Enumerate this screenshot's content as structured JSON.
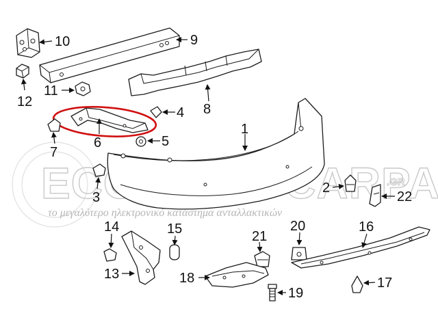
{
  "watermark": {
    "brand": "ECONOMY CARPARTS",
    "tld": ".GR",
    "tagline": "το μεγαλύτερο ηλεκτρονικό κατάστημα ανταλλακτικών"
  },
  "highlight_color": "#d01010",
  "callouts": [
    "1",
    "2",
    "3",
    "4",
    "5",
    "6",
    "7",
    "8",
    "9",
    "10",
    "11",
    "12",
    "13",
    "14",
    "15",
    "16",
    "17",
    "18",
    "19",
    "20",
    "21",
    "22"
  ]
}
